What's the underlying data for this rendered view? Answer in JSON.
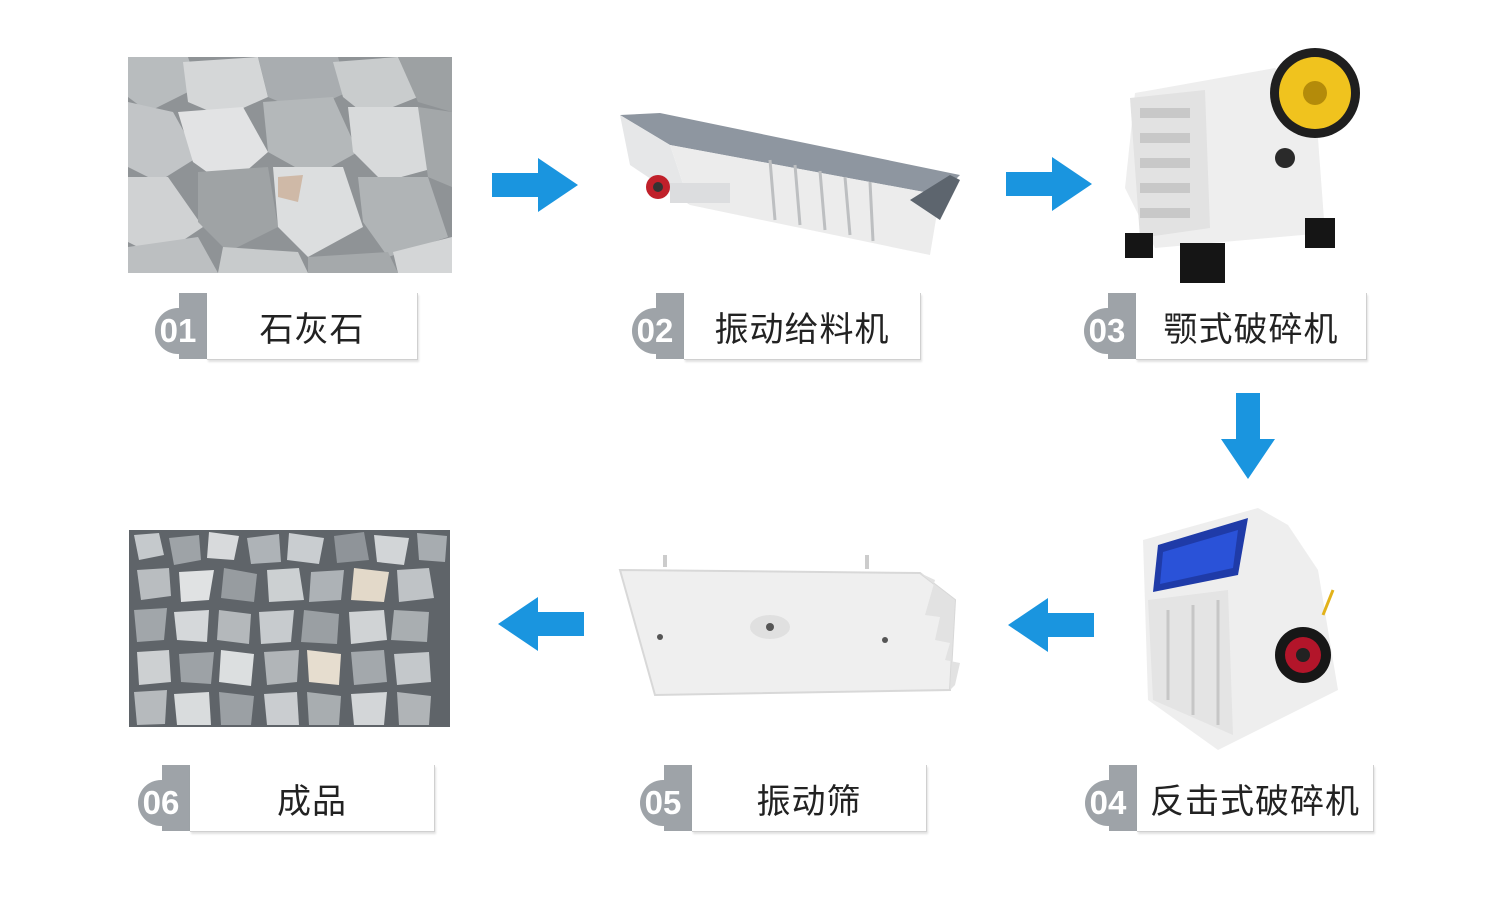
{
  "steps": [
    {
      "num": "01",
      "label": "石灰石"
    },
    {
      "num": "02",
      "label": "振动给料机"
    },
    {
      "num": "03",
      "label": "颚式破碎机"
    },
    {
      "num": "04",
      "label": "反击式破碎机"
    },
    {
      "num": "05",
      "label": "振动筛"
    },
    {
      "num": "06",
      "label": "成品"
    }
  ],
  "images": {
    "step1": "limestone-rocks-photo",
    "step2": "vibrating-feeder-machine",
    "step3": "jaw-crusher-machine",
    "step4": "impact-crusher-machine",
    "step5": "vibrating-screen-machine",
    "step6": "finished-aggregate-photo"
  },
  "colors": {
    "arrow": "#1a95df",
    "badge": "#9ea3a8",
    "label_text": "#222222"
  },
  "arrows": [
    "right",
    "right",
    "down",
    "left",
    "left"
  ]
}
